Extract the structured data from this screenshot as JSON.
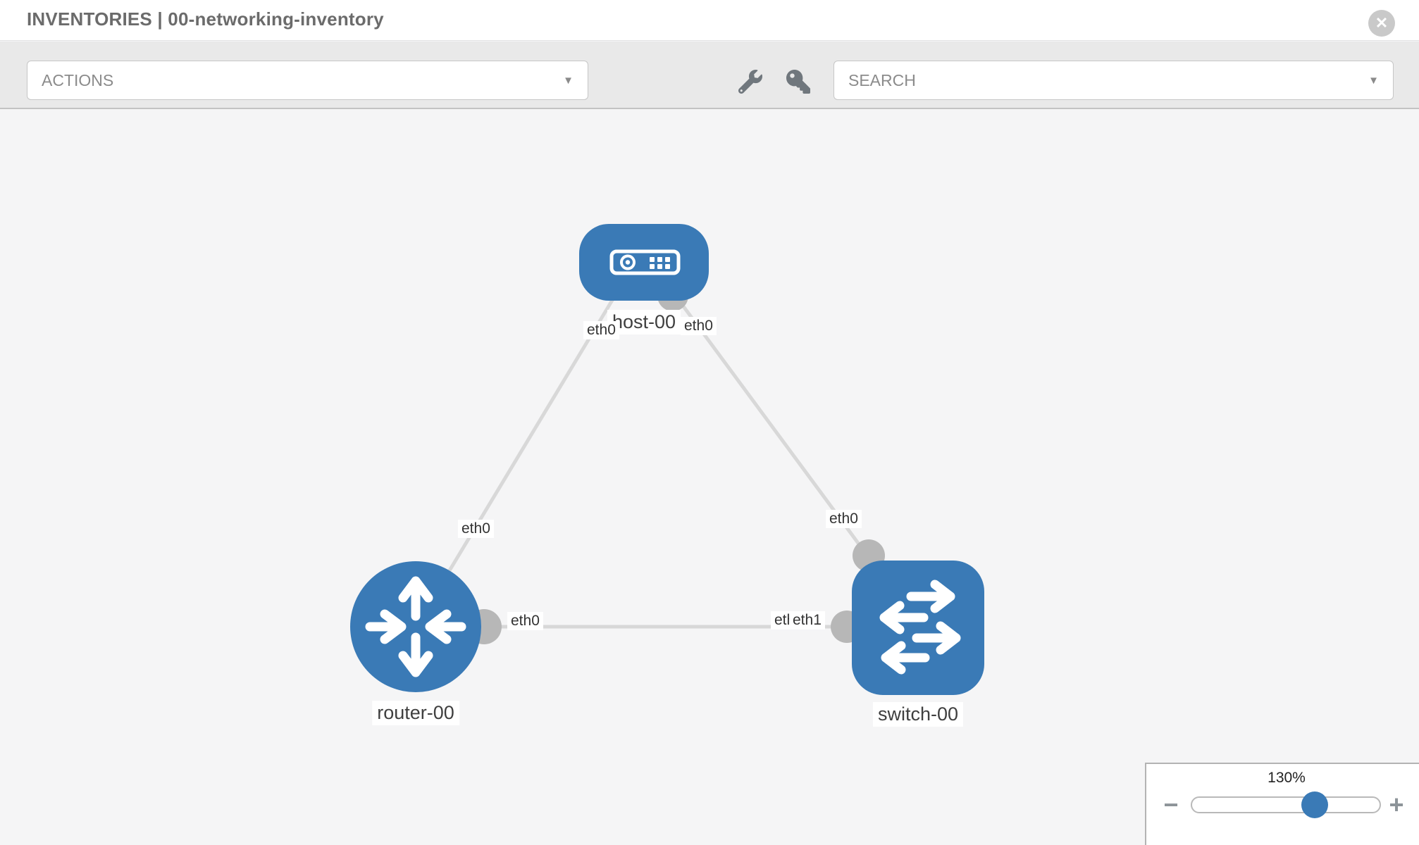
{
  "header": {
    "title": "INVENTORIES | 00-networking-inventory",
    "close_glyph": "✕"
  },
  "toolbar": {
    "actions_label": "ACTIONS",
    "search_label": "SEARCH",
    "caret_glyph": "▼",
    "icons": [
      "wrench-icon",
      "key-icon"
    ]
  },
  "topology": {
    "nodes": [
      {
        "id": "host-00",
        "type": "host",
        "label": "host-00"
      },
      {
        "id": "router-00",
        "type": "router",
        "label": "router-00"
      },
      {
        "id": "switch-00",
        "type": "switch",
        "label": "switch-00"
      }
    ],
    "links": [
      {
        "from": "host-00",
        "to": "router-00",
        "from_if": "eth0",
        "to_if": "eth0"
      },
      {
        "from": "host-00",
        "to": "switch-00",
        "from_if": "eth0",
        "to_if": "eth0"
      },
      {
        "from": "router-00",
        "to": "switch-00",
        "from_if": "eth0",
        "to_if": "eth1",
        "overlapped_if": "eth0"
      }
    ],
    "colors": {
      "node_fill": "#3a7ab6",
      "link_stroke": "#d8d8d8",
      "port_fill": "#b7b7b7",
      "canvas_bg": "#f5f5f6"
    }
  },
  "zoom_control": {
    "level": "130%",
    "minus_glyph": "−",
    "plus_glyph": "+"
  }
}
